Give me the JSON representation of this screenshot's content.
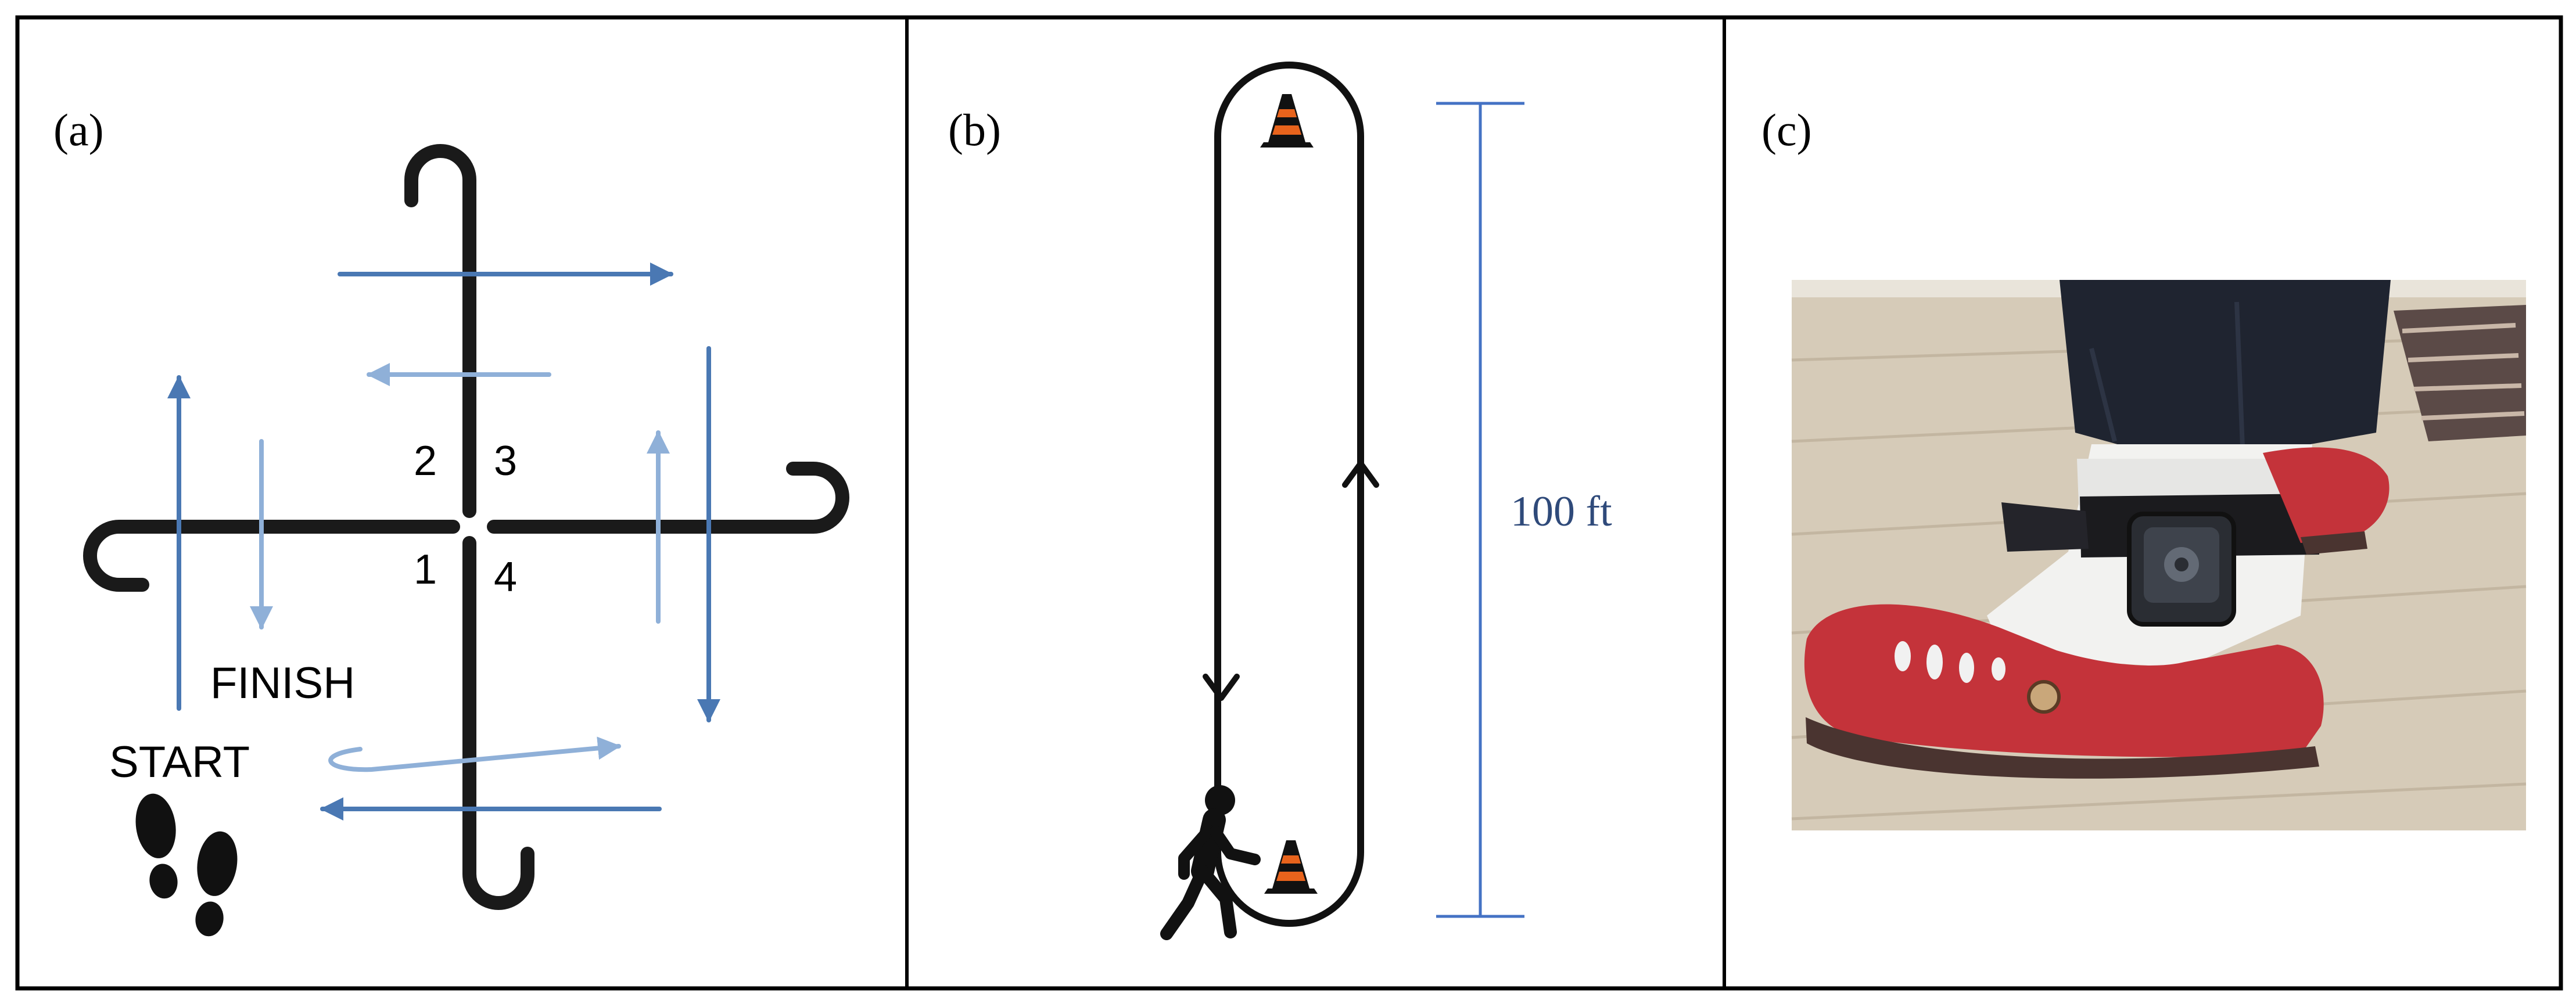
{
  "panels": {
    "a": {
      "label": "(a)",
      "cane_numbers": [
        "1",
        "2",
        "3",
        "4"
      ],
      "finish_label": "FINISH",
      "start_label": "START"
    },
    "b": {
      "label": "(b)",
      "distance_label": "100 ft"
    },
    "c": {
      "label": "(c)"
    }
  },
  "icons": {
    "cane": "walking-cane-icon",
    "footprints": "footprints-icon",
    "cone": "traffic-cone-icon",
    "walker": "walking-person-icon",
    "photo": "ankle-worn-sensor-photo"
  },
  "colors": {
    "border": "#000000",
    "arrow_dark": "#4a78b3",
    "arrow_light": "#8fb0d8",
    "distance_line": "#4472c4",
    "distance_text": "#2f4a7a",
    "cone_orange": "#e8631c"
  }
}
